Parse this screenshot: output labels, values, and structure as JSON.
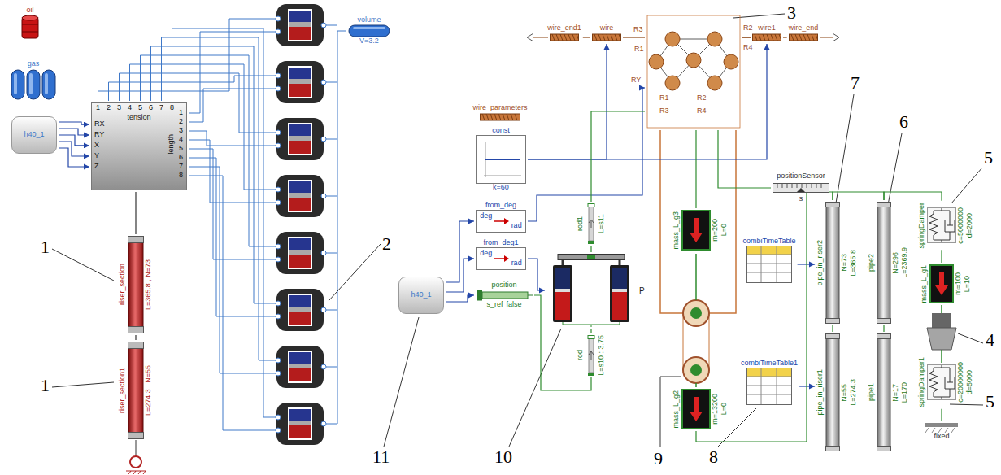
{
  "diagram": {
    "nodes": [
      {
        "text": [
          "oil"
        ]
      },
      {
        "text": [
          "gas"
        ]
      },
      {
        "text": [
          "h40_1"
        ]
      },
      {
        "text": [
          "tension",
          "length"
        ]
      },
      {
        "text": [
          "riser_section",
          "L=365.8 , N=73"
        ]
      },
      {
        "text": [
          "riser_section1",
          "L=274.3 , N=55"
        ]
      },
      {
        "text": [
          "volume",
          "V=3.2"
        ]
      },
      {
        "text": [
          "wire_end1"
        ]
      },
      {
        "text": [
          "wire"
        ]
      },
      {
        "text": [
          "R1",
          "R2",
          "R3",
          "R4"
        ]
      },
      {
        "text": [
          "wire1"
        ]
      },
      {
        "text": [
          "wire_end"
        ]
      },
      {
        "text": [
          "wire_parameters"
        ]
      },
      {
        "text": [
          "const",
          "k=60"
        ]
      },
      {
        "text": [
          "from_deg",
          "deg",
          "rad"
        ]
      },
      {
        "text": [
          "from_deg1",
          "deg",
          "rad"
        ]
      },
      {
        "text": [
          "positionSensor",
          "s"
        ]
      },
      {
        "text": [
          "h40_1"
        ]
      },
      {
        "text": [
          "position",
          "s_ref",
          "false"
        ]
      },
      {
        "text": [
          "rod1",
          "L=s11"
        ]
      },
      {
        "text": [
          "P"
        ]
      },
      {
        "text": [
          "rod",
          "L=s10 : 3.75"
        ]
      },
      {
        "text": [
          "mass_L_g3",
          "m=200",
          "L=0"
        ]
      },
      {
        "text": [
          "mass_L_g2",
          "m=13200",
          "L=0"
        ]
      },
      {
        "text": [
          "combiTimeTable"
        ]
      },
      {
        "text": [
          "combiTimeTable1"
        ]
      },
      {
        "text": [
          "pipe_in_riser2",
          "N=73",
          "L=365.8"
        ]
      },
      {
        "text": [
          "pipe_in_riser1",
          "N=55",
          "L=274.3"
        ]
      },
      {
        "text": [
          "pipe2",
          "N=296",
          "L=2369.9"
        ]
      },
      {
        "text": [
          "pipe1",
          "N=17",
          "L=170"
        ]
      },
      {
        "text": [
          "springDamper",
          "c=5000000",
          "d=2000"
        ]
      },
      {
        "text": [
          "mass_L_g1",
          "m=100",
          "L=10"
        ]
      },
      {
        "text": [
          "springDamper1",
          "c=20000000",
          "d=5000"
        ]
      },
      {
        "text": [
          "fixed"
        ]
      }
    ],
    "edges": [
      {
        "from": 2,
        "to": 3,
        "arrow": "to"
      },
      {
        "from": 2,
        "to": 3,
        "arrow": "to"
      },
      {
        "from": 2,
        "to": 3,
        "arrow": "to"
      },
      {
        "from": 2,
        "to": 3,
        "arrow": "to"
      },
      {
        "from": 2,
        "to": 3,
        "arrow": "to"
      },
      {
        "from": 3,
        "to": 4,
        "arrow": "none"
      },
      {
        "from": 4,
        "to": 5,
        "arrow": "none"
      },
      {
        "from": 7,
        "to": 8,
        "arrow": "none"
      },
      {
        "from": 8,
        "to": 9,
        "arrow": "none"
      },
      {
        "from": 9,
        "to": 10,
        "arrow": "none"
      },
      {
        "from": 10,
        "to": 11,
        "arrow": "none"
      },
      {
        "from": 17,
        "to": 14,
        "arrow": "to"
      },
      {
        "from": 17,
        "to": 15,
        "arrow": "to"
      },
      {
        "from": 17,
        "to": 18,
        "arrow": "to"
      },
      {
        "from": 14,
        "to": 9,
        "arrow": "to"
      },
      {
        "from": 13,
        "to": 8,
        "arrow": "to"
      },
      {
        "from": 13,
        "to": 10,
        "arrow": "to"
      },
      {
        "from": 15,
        "to": 20,
        "arrow": "to"
      },
      {
        "from": 19,
        "to": 9,
        "arrow": "none"
      },
      {
        "from": 19,
        "to": 20,
        "arrow": "none"
      },
      {
        "from": 20,
        "to": 21,
        "arrow": "none"
      },
      {
        "from": 21,
        "to": 18,
        "arrow": "none"
      },
      {
        "from": 9,
        "to": 22,
        "arrow": "none"
      },
      {
        "from": 16,
        "to": 9,
        "arrow": "none"
      },
      {
        "from": 24,
        "to": 26,
        "arrow": "to"
      },
      {
        "from": 25,
        "to": 27,
        "arrow": "to"
      },
      {
        "from": 26,
        "to": 27,
        "arrow": "none"
      },
      {
        "from": 28,
        "to": 29,
        "arrow": "none"
      },
      {
        "from": 23,
        "to": 26,
        "arrow": "none"
      },
      {
        "from": 26,
        "to": 28,
        "arrow": "none"
      },
      {
        "from": 28,
        "to": 30,
        "arrow": "none"
      },
      {
        "from": 30,
        "to": 31,
        "arrow": "none"
      },
      {
        "from": 32,
        "to": 33,
        "arrow": "none"
      }
    ],
    "labels": [
      "RX",
      "RY",
      "X",
      "Y",
      "Z",
      "1",
      "2",
      "3",
      "4",
      "5",
      "6",
      "7",
      "8",
      "1",
      "2",
      "3",
      "4",
      "5",
      "6",
      "7",
      "8",
      "1",
      "1",
      "2",
      "R3",
      "R1",
      "R2",
      "R4",
      "RY",
      "3",
      "7",
      "6",
      "5",
      "4",
      "5",
      "11",
      "10",
      "9",
      "8"
    ]
  }
}
